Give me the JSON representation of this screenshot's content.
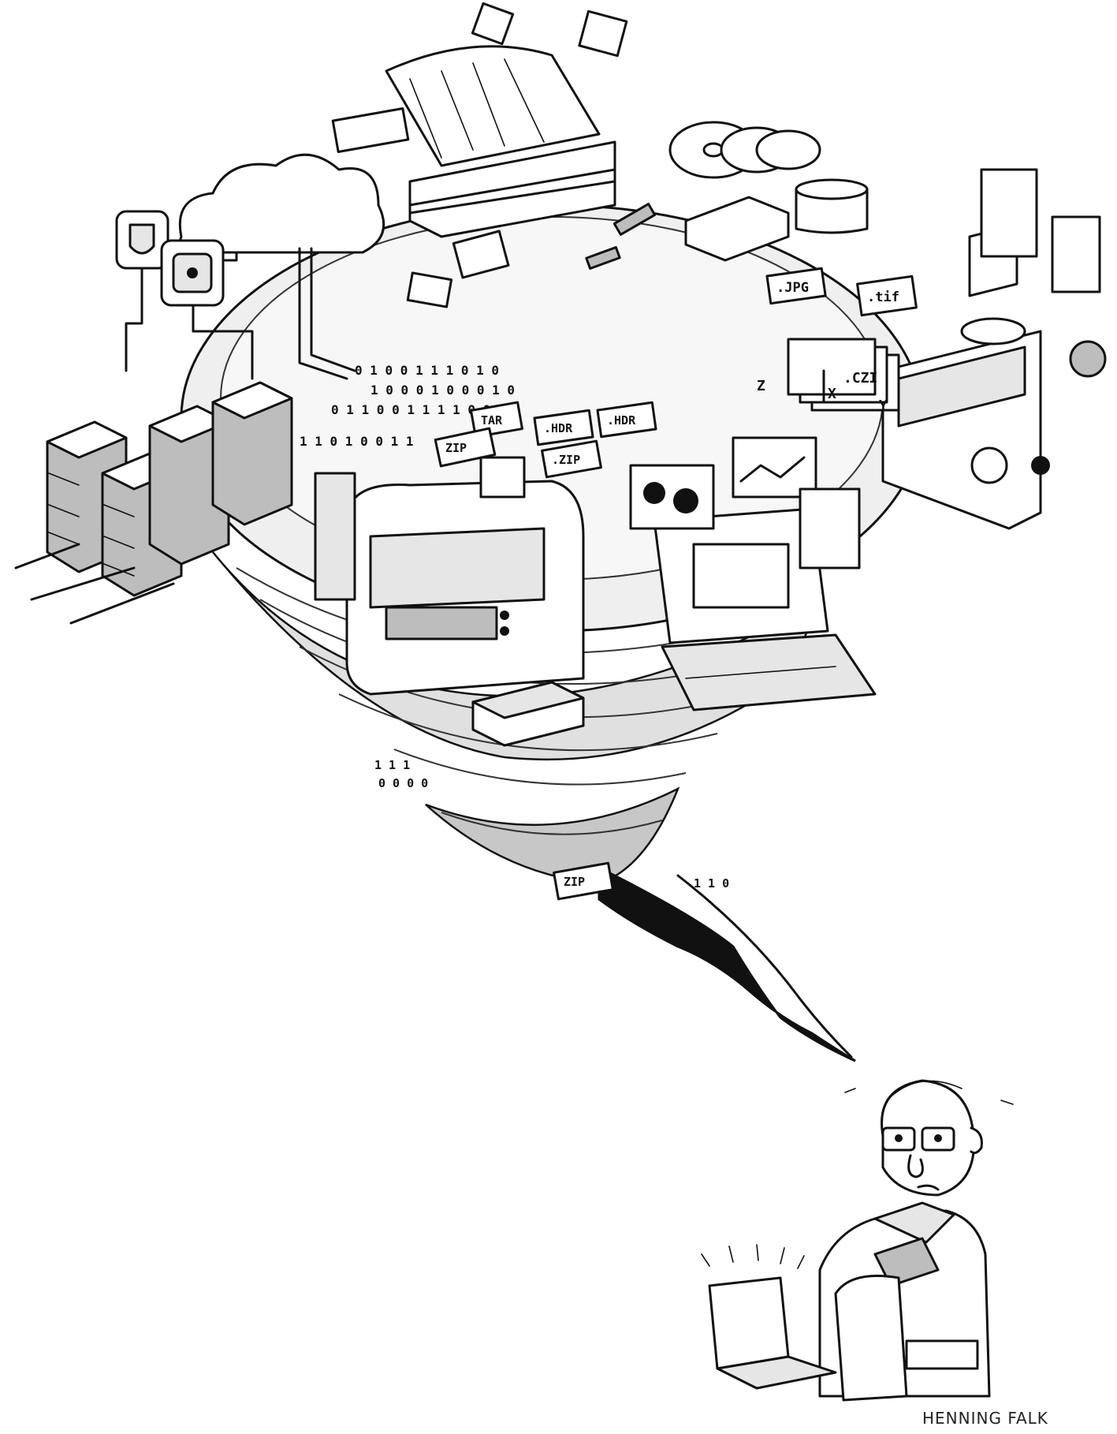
{
  "image": {
    "kind": "cartoon-illustration",
    "colors": {
      "ink": "#111111",
      "paper": "#ffffff",
      "shade": "#d8d8d8"
    }
  },
  "file_tags": {
    "jpg": ".JPG",
    "tif": ".tif",
    "czi": ".CZI",
    "tar": "TAR",
    "zip": ".ZIP",
    "zip_lower": "ZIP",
    "hdr": ".HDR",
    "hdr2": ".HDR",
    "tar_zip": "ZIP"
  },
  "axes": {
    "x": "X",
    "y": "Y",
    "z": "Z"
  },
  "binary": {
    "line1": "0 1 0 0 1 1 1 0 1 0",
    "line2": "1 0 0 0 1 0 0 0 1 0",
    "line3": "0 1 1 0 0 1 1 1 1 0 0 0",
    "line4": "1 1 0 1 0 0 1 1",
    "trail1": "1 1 1",
    "trail2": "0 0 0 0",
    "trail3": "1 1 0"
  },
  "signature": "HENNING FALK"
}
